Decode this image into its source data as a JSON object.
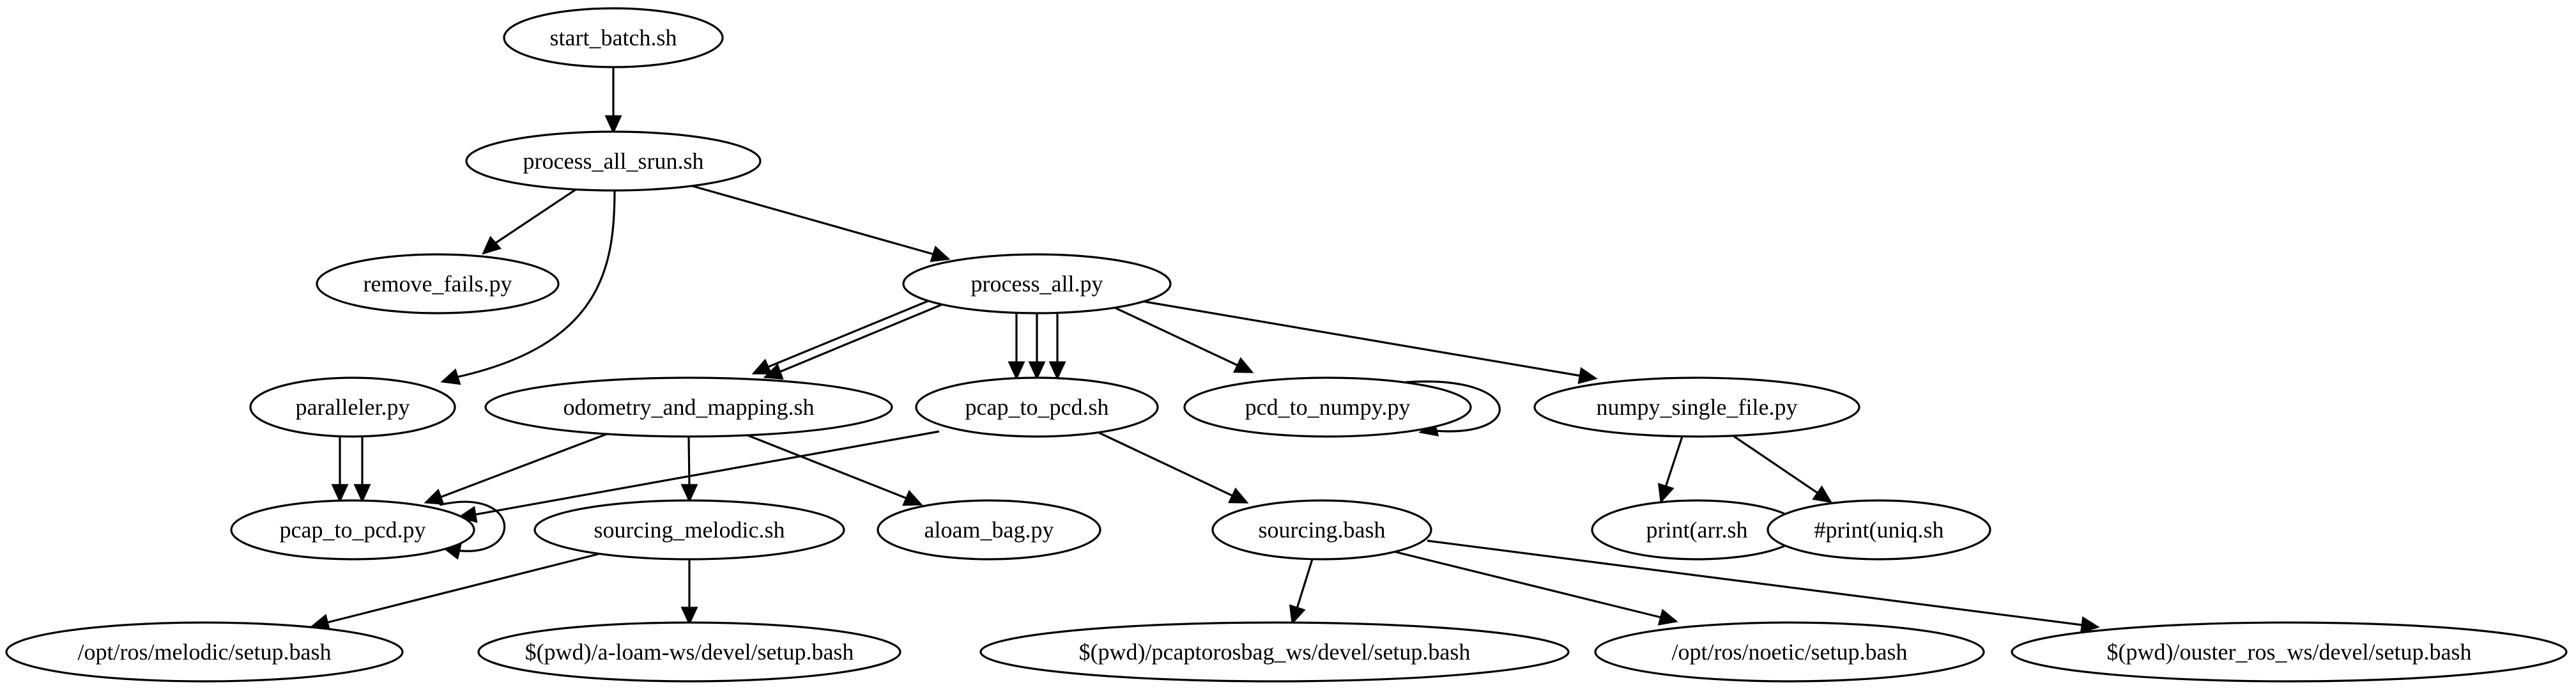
{
  "diagram": {
    "type": "directed-graph",
    "nodes": [
      {
        "id": "start_batch",
        "label": "start_batch.sh"
      },
      {
        "id": "process_all_srun",
        "label": "process_all_srun.sh"
      },
      {
        "id": "remove_fails",
        "label": "remove_fails.py"
      },
      {
        "id": "process_all",
        "label": "process_all.py"
      },
      {
        "id": "paralleler",
        "label": "paralleler.py"
      },
      {
        "id": "odometry_and_mapping",
        "label": "odometry_and_mapping.sh"
      },
      {
        "id": "pcap_to_pcd_sh",
        "label": "pcap_to_pcd.sh"
      },
      {
        "id": "pcd_to_numpy",
        "label": "pcd_to_numpy.py"
      },
      {
        "id": "numpy_single_file",
        "label": "numpy_single_file.py"
      },
      {
        "id": "pcap_to_pcd_py",
        "label": "pcap_to_pcd.py"
      },
      {
        "id": "sourcing_melodic",
        "label": "sourcing_melodic.sh"
      },
      {
        "id": "aloam_bag",
        "label": "aloam_bag.py"
      },
      {
        "id": "sourcing_bash",
        "label": "sourcing.bash"
      },
      {
        "id": "print_arr",
        "label": "print(arr.sh"
      },
      {
        "id": "print_uniq",
        "label": "#print(uniq.sh"
      },
      {
        "id": "opt_ros_melodic",
        "label": "/opt/ros/melodic/setup.bash"
      },
      {
        "id": "pwd_aloam",
        "label": "$(pwd)/a-loam-ws/devel/setup.bash"
      },
      {
        "id": "pwd_pcaptorosbag",
        "label": "$(pwd)/pcaptorosbag_ws/devel/setup.bash"
      },
      {
        "id": "opt_ros_noetic",
        "label": "/opt/ros/noetic/setup.bash"
      },
      {
        "id": "pwd_ouster",
        "label": "$(pwd)/ouster_ros_ws/devel/setup.bash"
      }
    ],
    "edges": [
      {
        "from": "start_batch",
        "to": "process_all_srun"
      },
      {
        "from": "process_all_srun",
        "to": "remove_fails"
      },
      {
        "from": "process_all_srun",
        "to": "paralleler"
      },
      {
        "from": "process_all_srun",
        "to": "process_all"
      },
      {
        "from": "process_all",
        "to": "odometry_and_mapping"
      },
      {
        "from": "process_all",
        "to": "odometry_and_mapping"
      },
      {
        "from": "process_all",
        "to": "pcap_to_pcd_sh"
      },
      {
        "from": "process_all",
        "to": "pcap_to_pcd_sh"
      },
      {
        "from": "process_all",
        "to": "pcap_to_pcd_sh"
      },
      {
        "from": "process_all",
        "to": "pcd_to_numpy"
      },
      {
        "from": "process_all",
        "to": "numpy_single_file"
      },
      {
        "from": "pcd_to_numpy",
        "to": "pcd_to_numpy"
      },
      {
        "from": "paralleler",
        "to": "pcap_to_pcd_py"
      },
      {
        "from": "paralleler",
        "to": "pcap_to_pcd_py"
      },
      {
        "from": "odometry_and_mapping",
        "to": "pcap_to_pcd_py"
      },
      {
        "from": "odometry_and_mapping",
        "to": "sourcing_melodic"
      },
      {
        "from": "odometry_and_mapping",
        "to": "aloam_bag"
      },
      {
        "from": "pcap_to_pcd_sh",
        "to": "pcap_to_pcd_py"
      },
      {
        "from": "pcap_to_pcd_sh",
        "to": "sourcing_bash"
      },
      {
        "from": "pcap_to_pcd_py",
        "to": "pcap_to_pcd_py"
      },
      {
        "from": "numpy_single_file",
        "to": "print_arr"
      },
      {
        "from": "numpy_single_file",
        "to": "print_uniq"
      },
      {
        "from": "sourcing_melodic",
        "to": "opt_ros_melodic"
      },
      {
        "from": "sourcing_melodic",
        "to": "pwd_aloam"
      },
      {
        "from": "sourcing_bash",
        "to": "pwd_pcaptorosbag"
      },
      {
        "from": "sourcing_bash",
        "to": "opt_ros_noetic"
      },
      {
        "from": "sourcing_bash",
        "to": "pwd_ouster"
      }
    ]
  }
}
